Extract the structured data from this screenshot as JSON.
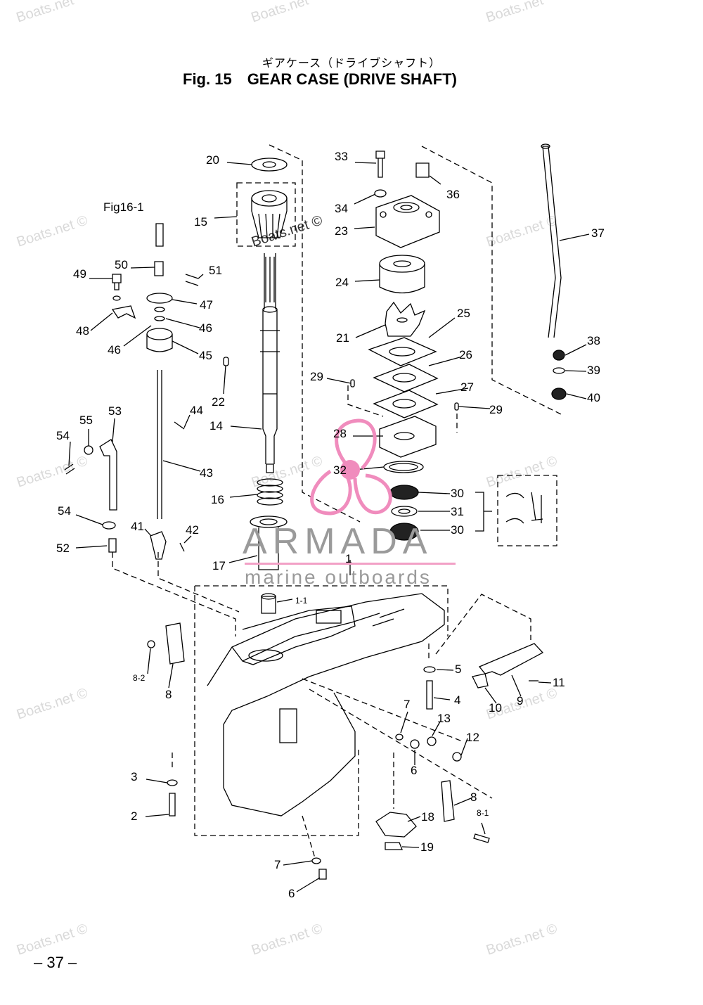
{
  "header": {
    "title_jp": "ギアケース（ドライブシャフト）",
    "fig_number": "Fig. 15",
    "title_en": "GEAR CASE (DRIVE SHAFT)"
  },
  "watermarks": [
    "Boats.net",
    "Boats.net",
    "Boats.net",
    "Boats.net ©",
    "Boats.net ©",
    "Boats.net ©",
    "Boats.net ©",
    "Boats.net ©",
    "Boats.net ©",
    "Boats.net ©",
    "Boats.net ©",
    "Boats.net ©",
    "Boats.net ©",
    "Boats.net ©"
  ],
  "brand": {
    "name": "ARMADA",
    "tagline": "marine outboards",
    "accent_color": "#f08cbd"
  },
  "reference": "Fig16-1",
  "callouts": {
    "c20": "20",
    "c15": "15",
    "c33": "33",
    "c36": "36",
    "c34": "34",
    "c23": "23",
    "c37": "37",
    "c49": "49",
    "c50": "50",
    "c51": "51",
    "c47": "47",
    "c48": "48",
    "c46a": "46",
    "c46b": "46",
    "c45": "45",
    "c24": "24",
    "c25": "25",
    "c21": "21",
    "c26": "26",
    "c38": "38",
    "c39": "39",
    "c40": "40",
    "c29a": "29",
    "c27": "27",
    "c29b": "29",
    "c22": "22",
    "c44": "44",
    "c53": "53",
    "c55": "55",
    "c54a": "54",
    "c14": "14",
    "c28": "28",
    "c43": "43",
    "c32": "32",
    "c16": "16",
    "c30a": "30",
    "c31": "31",
    "c30b": "30",
    "c54b": "54",
    "c41": "41",
    "c42": "42",
    "c52": "52",
    "c17": "17",
    "c1": "1",
    "c1_1": "1-1",
    "c8a": "8",
    "c8_2": "8-2",
    "c5": "5",
    "c4": "4",
    "c11": "11",
    "c9": "9",
    "c10": "10",
    "c7a": "7",
    "c13": "13",
    "c12": "12",
    "c6a": "6",
    "c3": "3",
    "c2": "2",
    "c8b": "8",
    "c8_1": "8-1",
    "c18": "18",
    "c19": "19",
    "c7b": "7",
    "c6b": "6"
  },
  "footer": {
    "page": "– 37 –"
  }
}
